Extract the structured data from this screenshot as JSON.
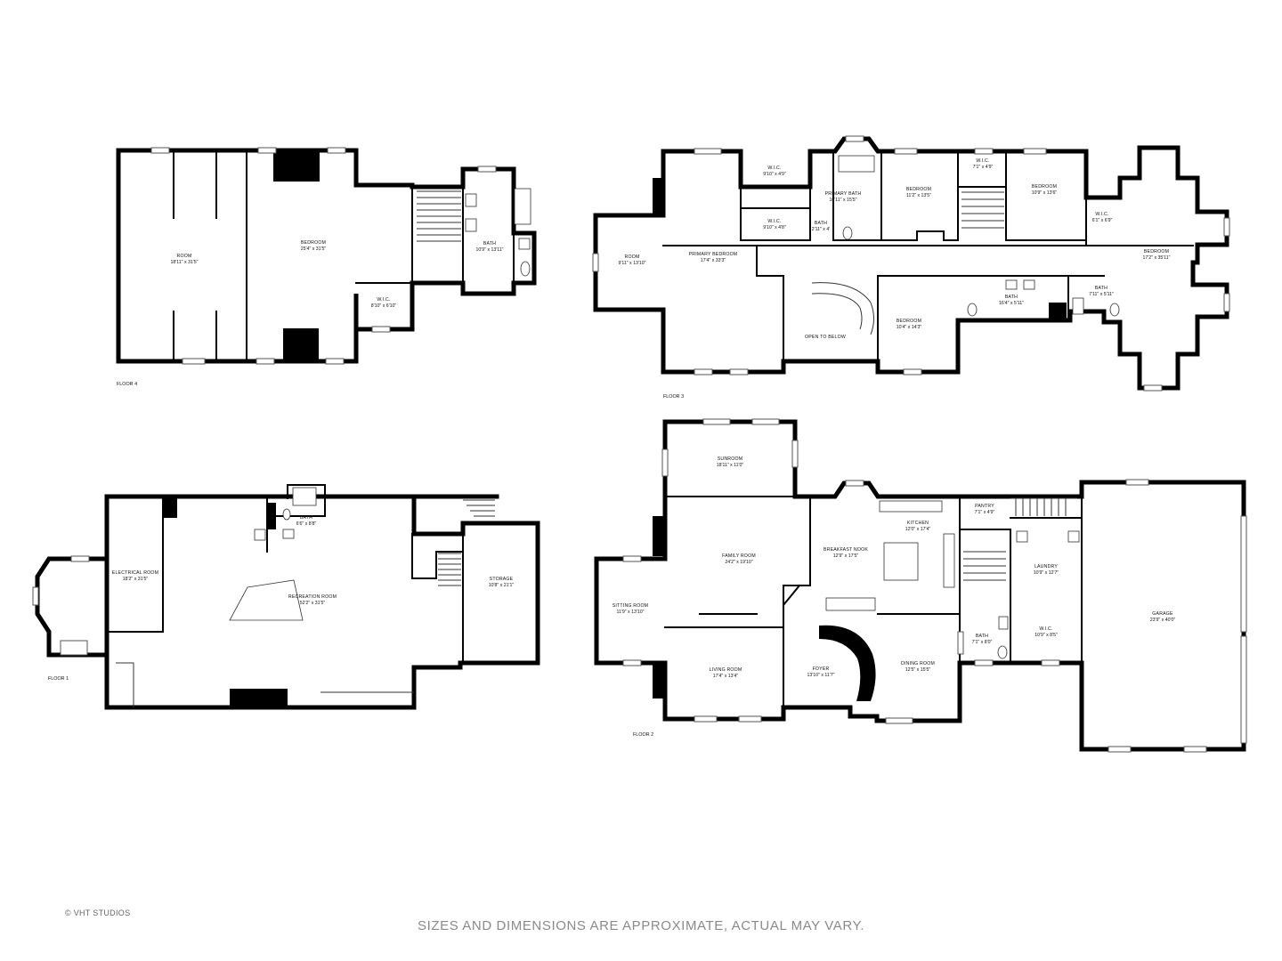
{
  "floors": [
    {
      "label": "FLOOR 4",
      "rooms": [
        {
          "name": "ROOM",
          "dim": "18'11\" x 31'5\""
        },
        {
          "name": "BEDROOM",
          "dim": "25'4\" x 31'5\""
        },
        {
          "name": "BATH",
          "dim": "10'9\" x 13'11\""
        },
        {
          "name": "W.I.C.",
          "dim": "8'10\" x 6'10\""
        }
      ]
    },
    {
      "label": "FLOOR 3",
      "rooms": [
        {
          "name": "ROOM",
          "dim": "9'11\" x 13'10\""
        },
        {
          "name": "PRIMARY BEDROOM",
          "dim": "17'4\" x 33'3\""
        },
        {
          "name": "W.I.C.",
          "dim": "9'10\" x 4'9\""
        },
        {
          "name": "W.I.C.",
          "dim": "9'10\" x 4'8\""
        },
        {
          "name": "PRIMARY BATH",
          "dim": "10'11\" x 15'5\""
        },
        {
          "name": "BATH",
          "dim": "2'11\" x 4'"
        },
        {
          "name": "BEDROOM",
          "dim": "11'2\" x 13'5\""
        },
        {
          "name": "W.I.C.",
          "dim": "7'1\" x 4'9\""
        },
        {
          "name": "BEDROOM",
          "dim": "10'9\" x 13'6\""
        },
        {
          "name": "W.I.C.",
          "dim": "6'1\" x 6'9\""
        },
        {
          "name": "BEDROOM",
          "dim": "17'2\" x 35'11\""
        },
        {
          "name": "OPEN TO BELOW",
          "dim": ""
        },
        {
          "name": "BEDROOM",
          "dim": "10'4\" x 14'3\""
        },
        {
          "name": "BATH",
          "dim": "16'4\" x 5'11\""
        },
        {
          "name": "BATH",
          "dim": "7'11\" x 5'11\""
        }
      ]
    },
    {
      "label": "FLOOR 1",
      "rooms": [
        {
          "name": "ELECTRICAL ROOM",
          "dim": "18'2\" x 31'5\""
        },
        {
          "name": "BATH",
          "dim": "6'6\" x 8'8\""
        },
        {
          "name": "RECREATION ROOM",
          "dim": "52'2\" x 31'5\""
        },
        {
          "name": "STORAGE",
          "dim": "10'8\" x 21'1\""
        }
      ]
    },
    {
      "label": "FLOOR 2",
      "rooms": [
        {
          "name": "SUNROOM",
          "dim": "18'11\" x 11'0\""
        },
        {
          "name": "FAMILY ROOM",
          "dim": "24'2\" x 19'10\""
        },
        {
          "name": "BREAKFAST NOOK",
          "dim": "12'9\" x 17'5\""
        },
        {
          "name": "KITCHEN",
          "dim": "12'0\" x 17'4\""
        },
        {
          "name": "PANTRY",
          "dim": "7'1\" x 4'9\""
        },
        {
          "name": "LAUNDRY",
          "dim": "10'9\" x 12'7\""
        },
        {
          "name": "GARAGE",
          "dim": "23'9\" x 40'0\""
        },
        {
          "name": "SITTING ROOM",
          "dim": "11'9\" x 13'10\""
        },
        {
          "name": "LIVING ROOM",
          "dim": "17'4\" x 13'4\""
        },
        {
          "name": "FOYER",
          "dim": "13'10\" x 11'7\""
        },
        {
          "name": "DINING ROOM",
          "dim": "12'5\" x 15'5\""
        },
        {
          "name": "BATH",
          "dim": "7'1\" x 8'0\""
        },
        {
          "name": "W.I.C.",
          "dim": "10'9\" x 8'5\""
        }
      ]
    }
  ],
  "copyright": "© VHT STUDIOS",
  "disclaimer": "SIZES AND DIMENSIONS ARE APPROXIMATE, ACTUAL MAY VARY."
}
